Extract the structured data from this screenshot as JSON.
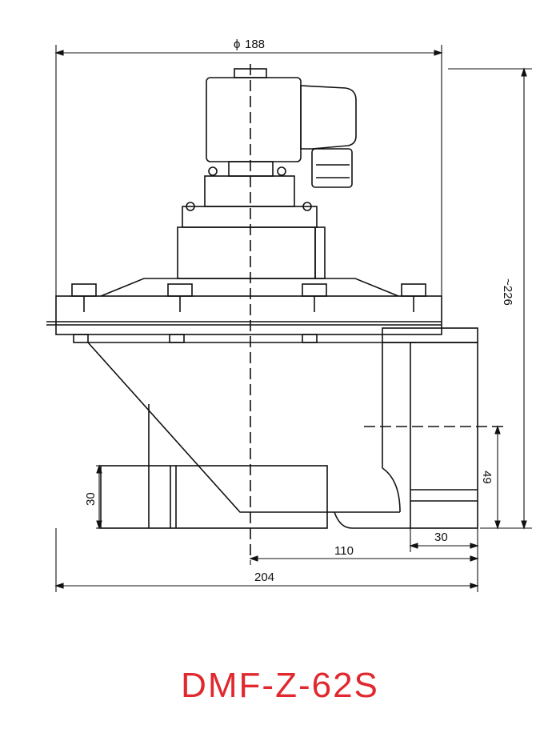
{
  "title": "DMF-Z-62S",
  "title_color": "#e0282e",
  "dimensions": {
    "flange_diameter": "188",
    "diameter_symbol": "ϕ",
    "overall_height": "~226",
    "outlet_offset": "49",
    "outlet_depth": "30",
    "inlet_height": "30",
    "center_to_outlet": "110",
    "overall_width": "204"
  }
}
